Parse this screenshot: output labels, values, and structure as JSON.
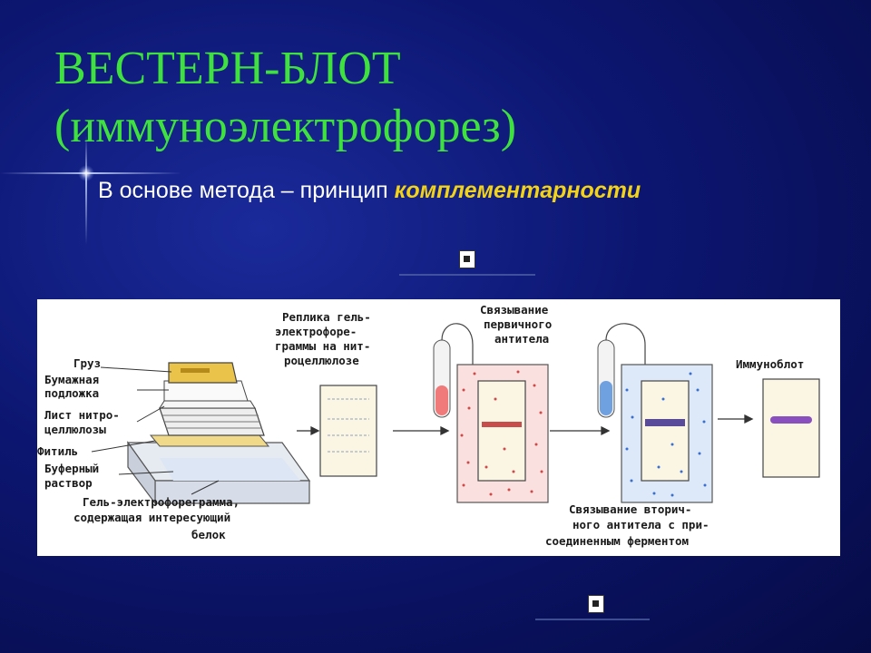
{
  "slide": {
    "title_line1": "ВЕСТЕРН-БЛОТ",
    "title_line2": "(иммуноэлектрофорез)",
    "subtitle_prefix": "В основе метода – принцип",
    "subtitle_emphasis": "комплементарности",
    "colors": {
      "title": "#3fe13f",
      "emphasis": "#f2d31a",
      "background": "#0c1670"
    }
  },
  "figure": {
    "labels": {
      "gruz": "Груз",
      "bum1": "Бумажная",
      "bum2": "подложка",
      "list1": "Лист нитро-",
      "list2": "целлюлозы",
      "fitil": "Фитиль",
      "buf1": "Буферный",
      "buf2": "раствор",
      "gel1": "Гель-электрофореграмма,",
      "gel2": "содержащая интересующий",
      "gel3": "белок",
      "rep1": "Реплика гель-",
      "rep2": "электрофоре-",
      "rep3": "граммы на нит-",
      "rep4": "роцеллюлозе",
      "prim1": "Связывание",
      "prim2": "первичного",
      "prim3": "антитела",
      "sec1": "Связывание вторич-",
      "sec2": "ного антитела с при-",
      "sec3": "соединенным ферментом",
      "immuno": "Иммуноблот"
    }
  }
}
